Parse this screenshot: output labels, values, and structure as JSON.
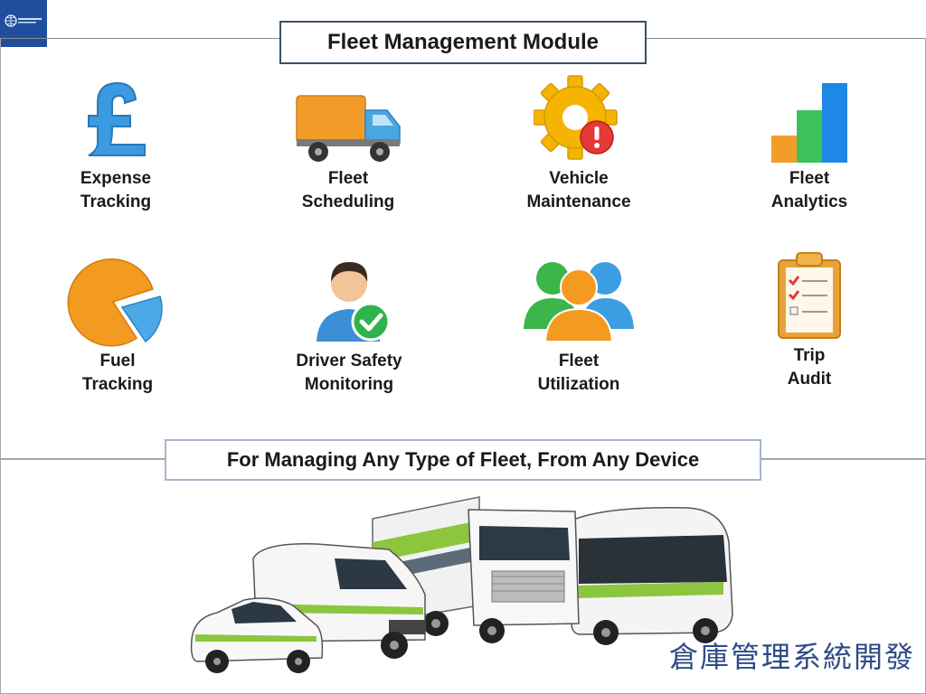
{
  "title": "Fleet Management Module",
  "tagline": "For Managing Any Type of Fleet, From Any Device",
  "footer_text": "倉庫管理系統開發",
  "features": [
    {
      "label": "Expense\nTracking",
      "icon": "pound-icon"
    },
    {
      "label": "Fleet\nScheduling",
      "icon": "truck-icon"
    },
    {
      "label": "Vehicle\nMaintenance",
      "icon": "gear-alert-icon"
    },
    {
      "label": "Fleet\nAnalytics",
      "icon": "bar-chart-icon"
    },
    {
      "label": "Fuel\nTracking",
      "icon": "pie-chart-icon"
    },
    {
      "label": "Driver Safety\nMonitoring",
      "icon": "driver-check-icon"
    },
    {
      "label": "Fleet\nUtilization",
      "icon": "users-icon"
    },
    {
      "label": "Trip\nAudit",
      "icon": "clipboard-icon"
    }
  ],
  "colors": {
    "logo_bg": "#1f4e9c",
    "title_border": "#3a5068",
    "tagline_border": "#a6b7c9",
    "footer_text": "#2d4a86",
    "accent_green": "#8cc63f"
  }
}
